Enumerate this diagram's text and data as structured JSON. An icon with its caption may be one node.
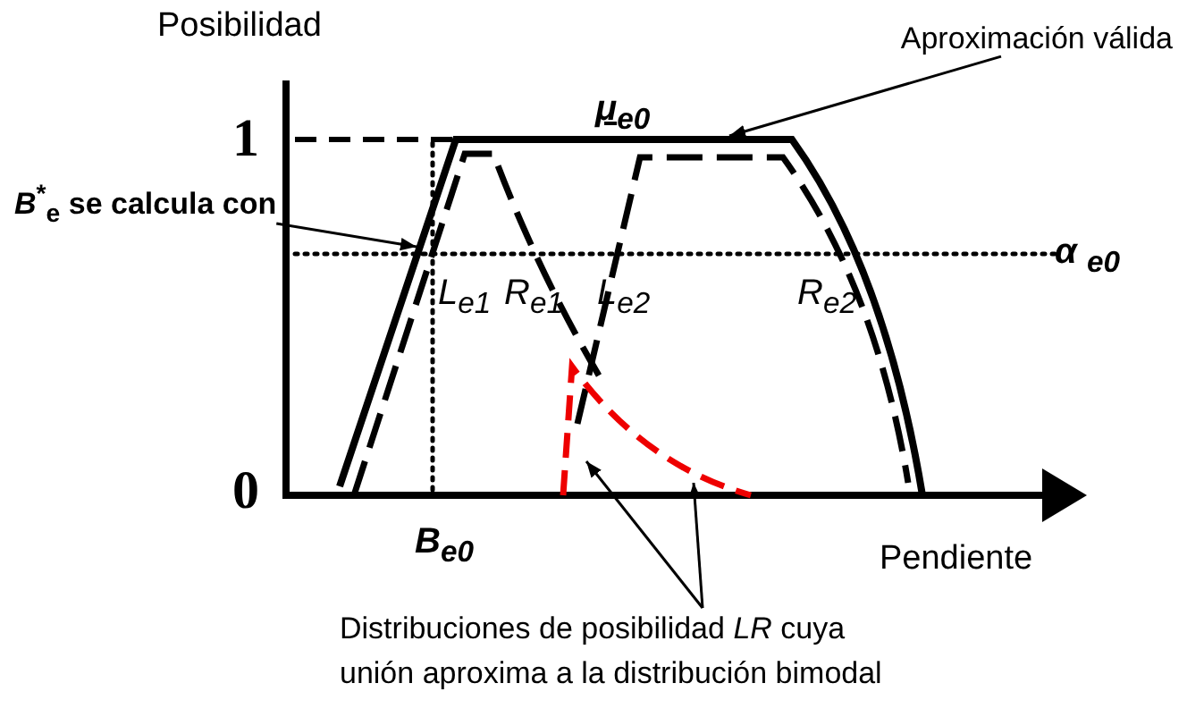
{
  "diagram": {
    "nodes": [
      {
        "text": [
          "Aproximación válida"
        ]
      },
      {
        "text": [
          "*B*$^{*}$$_{e}$ se calcula con"
        ]
      },
      {
        "text": [
          "Distribuciones de posibilidad *LR* cuya unión aproxima a la distribución bimodal"
        ]
      }
    ],
    "edges": [
      {
        "from": 0,
        "to": null,
        "arrow": "to"
      },
      {
        "from": 1,
        "to": null,
        "arrow": "to"
      },
      {
        "from": 2,
        "to": null,
        "arrow": "to"
      },
      {
        "from": 2,
        "to": null,
        "arrow": "to"
      }
    ],
    "labels": [
      "Posibilidad",
      "1",
      "μ$_{e0}$",
      "α $_{e0}$",
      "L$_{e1}$",
      "R$_{e1}$",
      "L$_{e2}$",
      "R$_{e2}$",
      "0",
      "B$_{e0}$",
      "Pendiente"
    ]
  }
}
